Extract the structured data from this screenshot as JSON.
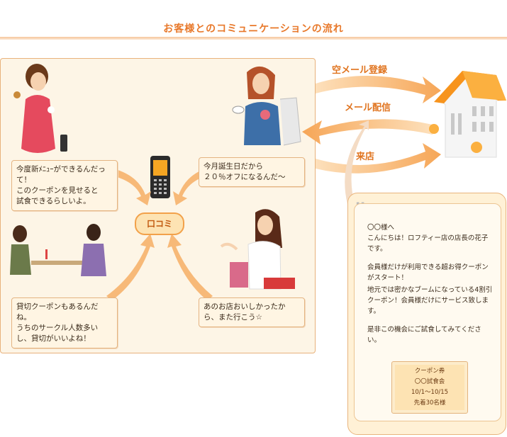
{
  "title": "お客様とのコミュニケーションの流れ",
  "bubbles": {
    "top_left": [
      "今度新ﾒﾆｭｰができるんだって！",
      "このクーポンを見せると",
      "試食できるらしいよ。"
    ],
    "top_right": [
      "今月誕生日だから",
      "２０％オフになるんだ～"
    ],
    "bottom_left": [
      "貸切クーポンもあるんだね。",
      "うちのサークル人数多いし、貸切がいいよね！"
    ],
    "bottom_right": [
      "あのお店おいしかったから、また行こう☆"
    ]
  },
  "kuchikomi": "口コミ",
  "flows": {
    "signup": "空メール登録",
    "delivery": "メール配信",
    "visit": "来店"
  },
  "message": {
    "line1": "〇〇様へ",
    "line2": "こんにちは！ロフティー店の店長の花子です。",
    "para2": "会員様だけが利用できる超お得クーポンがスタート！",
    "para3": "地元では密かなブームになっている4割引クーポン！会員様だけにサービス致します。",
    "para4": "是非この機会にご試食してみてください。"
  },
  "coupon": {
    "title": "クーポン券",
    "name": "〇〇試食会",
    "date": "10/1～10/15",
    "limit": "先着30名様"
  },
  "colors": {
    "accent": "#e8782a",
    "arrow": "#f5b06a",
    "panel": "#fdf5e6"
  }
}
